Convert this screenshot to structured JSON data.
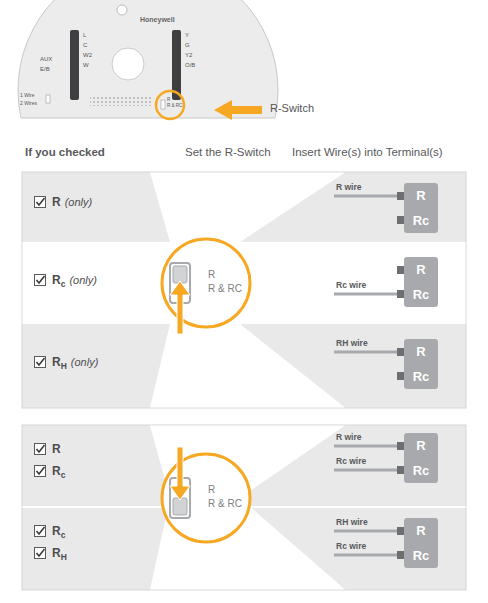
{
  "diagram": {
    "nodes": [
      {
        "text": [
          "R",
          "(only)"
        ]
      },
      {
        "text": [
          "R",
          "R & RC"
        ]
      },
      {
        "text": [
          "R",
          "Rc"
        ]
      },
      {
        "text": [
          "Rc",
          "(only)"
        ]
      },
      {
        "text": [
          "R",
          "Rc"
        ]
      },
      {
        "text": [
          "RH",
          "(only)"
        ]
      },
      {
        "text": [
          "R",
          "Rc"
        ]
      },
      {
        "text": [
          "R",
          "Rc"
        ]
      },
      {
        "text": [
          "R",
          "R & RC"
        ]
      },
      {
        "text": [
          "R",
          "Rc"
        ]
      },
      {
        "text": [
          "Rc",
          "RH"
        ]
      },
      {
        "text": [
          "R",
          "Rc"
        ]
      }
    ],
    "labels": [
      "Honeywell",
      "L",
      "C",
      "W2",
      "W",
      "AUX",
      "E/B",
      "Y",
      "G",
      "Y2",
      "O/B",
      "1 Wire",
      "2 Wires",
      "R",
      "R & RC",
      "R-Switch",
      "If you checked",
      "Set the R-Switch",
      "Insert Wire(s) into Terminal(s)",
      "R wire",
      "Rc wire",
      "RH wire",
      "R wire",
      "Rc wire",
      "RH wire",
      "Rc wire"
    ]
  }
}
